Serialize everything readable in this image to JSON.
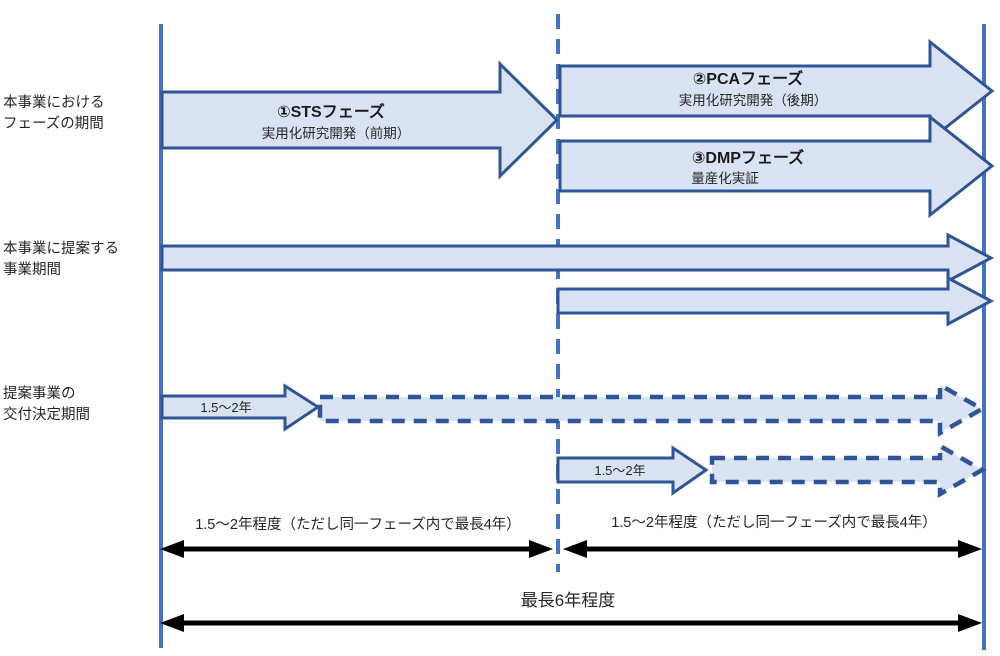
{
  "diagram": {
    "row_labels": {
      "phase_1": "本事業における",
      "phase_2": "フェーズの期間",
      "business_1": "本事業に提案する",
      "business_2": "事業期間",
      "grant_1": "提案事業の",
      "grant_2": "交付決定期間"
    },
    "phases": {
      "sts_title": "①STSフェーズ",
      "sts_subtitle": "実用化研究開発（前期）",
      "pca_title": "②PCAフェーズ",
      "pca_subtitle": "実用化研究開発（後期）",
      "dmp_title": "③DMPフェーズ",
      "dmp_subtitle": "量産化実証"
    },
    "grant_arrows": {
      "first_label": "1.5～2年",
      "second_label": "1.5～2年"
    },
    "measures": {
      "left": "1.5～2年程度（ただし同一フェーズ内で最長4年）",
      "right": "1.5～2年程度（ただし同一フェーズ内で最長4年）",
      "total": "最長6年程度"
    },
    "colors": {
      "arrow_fill": "#dae3f3",
      "arrow_border": "#2f5597",
      "boundary_line": "#4472c4",
      "measure_line": "#000000"
    }
  }
}
